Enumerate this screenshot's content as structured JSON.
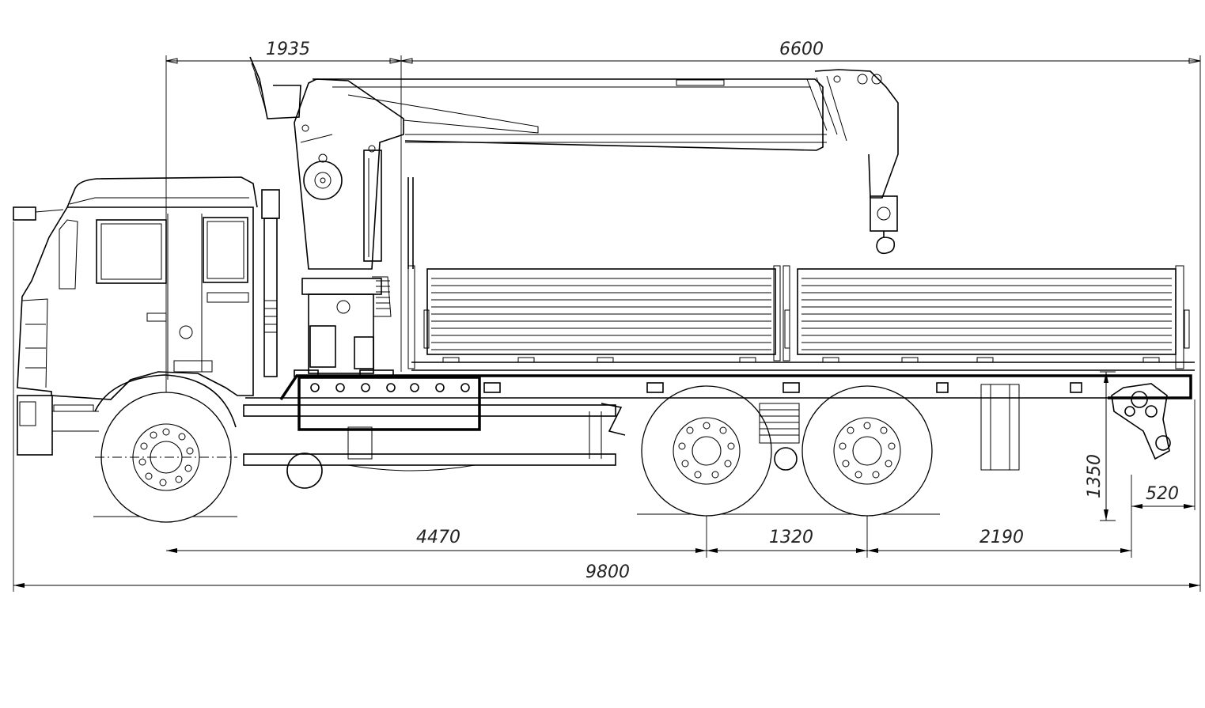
{
  "dimensions": {
    "crane_front_offset": "1935",
    "crane_reach": "6600",
    "wheelbase_front": "4470",
    "tandem_spacing": "1320",
    "rear_overhang": "2190",
    "overall_length": "9800",
    "platform_height": "1350",
    "rear_hitch_offset": "520"
  }
}
